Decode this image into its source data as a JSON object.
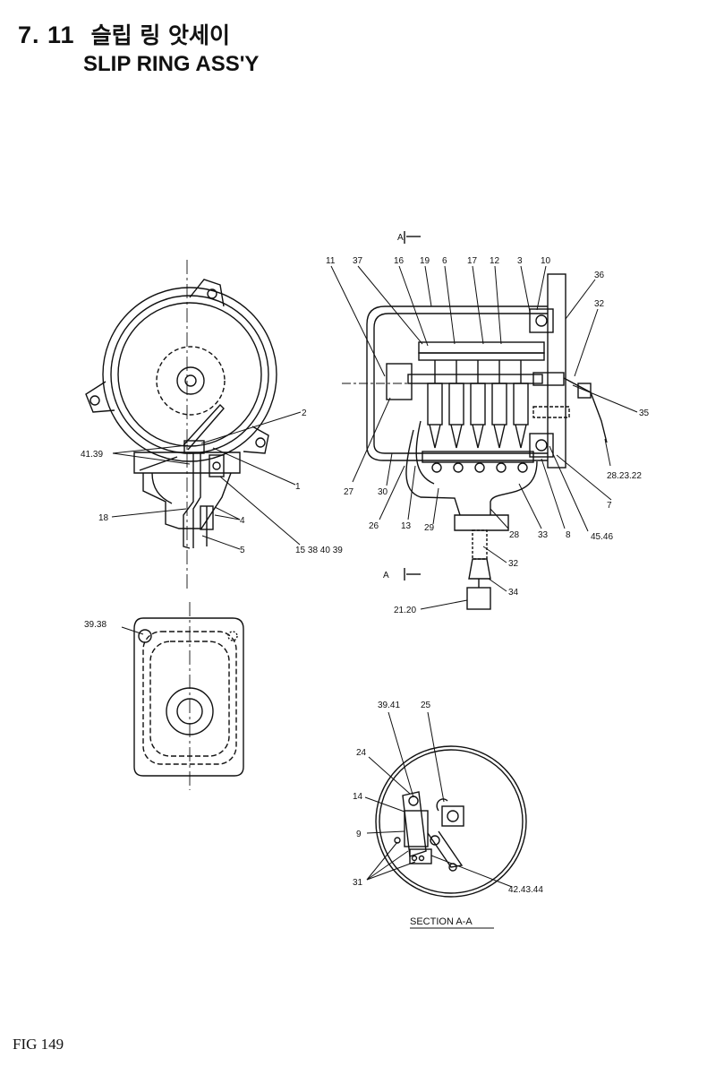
{
  "header": {
    "section_number": "7. 11",
    "title_korean": "슬립 링 앗세이",
    "title_english": "SLIP RING ASS'Y"
  },
  "footer": {
    "figure": "FIG 149"
  },
  "section_caption": "SECTION A-A",
  "section_marks": {
    "top": "A",
    "bottom": "A"
  },
  "callouts": {
    "left_view": [
      "2",
      "41.39",
      "1",
      "4",
      "18",
      "5",
      "15 38 40 39"
    ],
    "bottom_left_view": [
      "39.38"
    ],
    "right_view": [
      "11",
      "37",
      "16",
      "19",
      "6",
      "17",
      "12",
      "3",
      "10",
      "36",
      "32",
      "35",
      "28.23.22",
      "7",
      "45.46",
      "8",
      "33",
      "28",
      "29",
      "13",
      "26",
      "30",
      "27",
      "32",
      "34",
      "21.20"
    ],
    "section_view": [
      "39.41",
      "25",
      "24",
      "14",
      "9",
      "31",
      "42.43.44"
    ]
  }
}
